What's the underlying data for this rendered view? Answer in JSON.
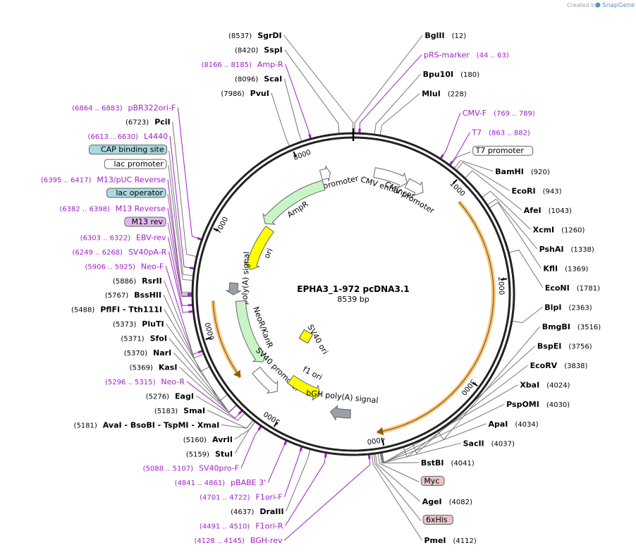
{
  "watermark": {
    "prefix": "Created by",
    "brand": "SnapGene"
  },
  "plasmid": {
    "name": "EPHA3_1-972 pcDNA3.1",
    "length": "8539 bp",
    "total_bp": 8539
  },
  "colors": {
    "primer": "#a020c8",
    "cds": "#c8f5c8",
    "ori": "#ffff00",
    "orf_arc": "#f5c77e",
    "promoter": "#ffffff",
    "polyA": "#9aa0a8",
    "backbone": "#222222"
  },
  "features": [
    {
      "name": "AmpR promoter",
      "start": 8180,
      "end": 8285,
      "type": "promoter",
      "dir": 1,
      "label": "AmpR promoter"
    },
    {
      "name": "CMV enhancer",
      "start": 235,
      "end": 614,
      "type": "promoter",
      "dir": 1,
      "label": "CMV enhancer"
    },
    {
      "name": "CMV promoter",
      "start": 615,
      "end": 818,
      "type": "promoter",
      "dir": 1,
      "label": "CMV promoter"
    },
    {
      "name": "AmpR",
      "start": 7320,
      "end": 8180,
      "type": "cds",
      "dir": -1,
      "label": "AmpR"
    },
    {
      "name": "ori",
      "start": 6720,
      "end": 7305,
      "type": "ori",
      "dir": -1,
      "label": "ori"
    },
    {
      "name": "SV40 poly(A) signal",
      "start": 6395,
      "end": 6530,
      "type": "polyA",
      "dir": -1,
      "label": "SV40 poly(A) signal"
    },
    {
      "name": "NeoR/KanR",
      "start": 5530,
      "end": 6320,
      "type": "cds",
      "dir": -1,
      "label": "NeoR/KanR"
    },
    {
      "name": "SV40 promoter",
      "start": 5170,
      "end": 5500,
      "type": "promoter",
      "dir": -1,
      "label": "SV40 promoter"
    },
    {
      "name": "SV40 ori",
      "start": 5345,
      "end": 5480,
      "type": "ori_box",
      "dir": 0,
      "label": "SV40 ori"
    },
    {
      "name": "f1 ori",
      "start": 4700,
      "end": 5130,
      "type": "ori",
      "dir": -1,
      "label": "f1 ori"
    },
    {
      "name": "bGH poly(A) signal",
      "start": 4300,
      "end": 4530,
      "type": "polyA",
      "dir": 1,
      "label": "bGH poly(A) signal"
    }
  ],
  "orf_arcs": [
    {
      "start": 1160,
      "end": 4040,
      "dir": 1
    },
    {
      "start": 5540,
      "end": 6340,
      "dir": -1
    }
  ],
  "ticks": [
    {
      "pos": 1000,
      "label": "1000"
    },
    {
      "pos": 2000,
      "label": "2000"
    },
    {
      "pos": 3000,
      "label": "3000"
    },
    {
      "pos": 4000,
      "label": "4000"
    },
    {
      "pos": 5000,
      "label": "5000"
    },
    {
      "pos": 6000,
      "label": "6000"
    },
    {
      "pos": 7000,
      "label": "7000"
    },
    {
      "pos": 8000,
      "label": "8000"
    }
  ],
  "labels_right": [
    {
      "kind": "enzyme",
      "name": "BglII",
      "pos": "(12)",
      "site": 12
    },
    {
      "kind": "primer",
      "name": "pRS-marker",
      "pos": "(44 .. 63)",
      "site": 53
    },
    {
      "kind": "enzyme",
      "name": "Bpu10I",
      "pos": "(180)",
      "site": 180
    },
    {
      "kind": "enzyme",
      "name": "MluI",
      "pos": "(228)",
      "site": 228
    },
    {
      "kind": "primer",
      "name": "CMV-F",
      "pos": "(769 .. 789)",
      "site": 779
    },
    {
      "kind": "primer",
      "name": "T7",
      "pos": "(863 .. 882)",
      "site": 872
    },
    {
      "kind": "box",
      "name": "T7 promoter",
      "pos": "",
      "site": 880,
      "fill": "#ffffff"
    },
    {
      "kind": "enzyme",
      "name": "BamHI",
      "pos": "(920)",
      "site": 920
    },
    {
      "kind": "enzyme",
      "name": "EcoRI",
      "pos": "(943)",
      "site": 943
    },
    {
      "kind": "enzyme",
      "name": "AfeI",
      "pos": "(1043)",
      "site": 1043
    },
    {
      "kind": "enzyme",
      "name": "XcmI",
      "pos": "(1260)",
      "site": 1260
    },
    {
      "kind": "enzyme",
      "name": "PshAI",
      "pos": "(1338)",
      "site": 1338
    },
    {
      "kind": "enzyme",
      "name": "KflI",
      "pos": "(1369)",
      "site": 1369
    },
    {
      "kind": "enzyme",
      "name": "EcoNI",
      "pos": "(1781)",
      "site": 1781
    },
    {
      "kind": "enzyme",
      "name": "BlpI",
      "pos": "(2363)",
      "site": 2363
    },
    {
      "kind": "enzyme",
      "name": "BmgBI",
      "pos": "(3516)",
      "site": 3516
    },
    {
      "kind": "enzyme",
      "name": "BspEI",
      "pos": "(3756)",
      "site": 3756
    },
    {
      "kind": "enzyme",
      "name": "EcoRV",
      "pos": "(3838)",
      "site": 3838
    },
    {
      "kind": "enzyme",
      "name": "XbaI",
      "pos": "(4024)",
      "site": 4024
    },
    {
      "kind": "enzyme",
      "name": "PspOMI",
      "pos": "(4030)",
      "site": 4030
    },
    {
      "kind": "enzyme",
      "name": "ApaI",
      "pos": "(4034)",
      "site": 4034
    },
    {
      "kind": "enzyme",
      "name": "SacII",
      "pos": "(4037)",
      "site": 4037
    },
    {
      "kind": "enzyme",
      "name": "BstBI",
      "pos": "(4041)",
      "site": 4041
    },
    {
      "kind": "box",
      "name": "Myc",
      "pos": "",
      "site": 4060,
      "fill": "#e8c4c8"
    },
    {
      "kind": "enzyme",
      "name": "AgeI",
      "pos": "(4082)",
      "site": 4082
    },
    {
      "kind": "box",
      "name": "6xHis",
      "pos": "",
      "site": 4095,
      "fill": "#e8c4c8"
    },
    {
      "kind": "enzyme",
      "name": "PmeI",
      "pos": "(4112)",
      "site": 4112
    }
  ],
  "labels_left": [
    {
      "kind": "enzyme",
      "name": "SgrDI",
      "pos": "(8537)",
      "site": 8537
    },
    {
      "kind": "enzyme",
      "name": "SspI",
      "pos": "(8420)",
      "site": 8420
    },
    {
      "kind": "primer",
      "name": "Amp-R",
      "pos": "(8166 .. 8185)",
      "site": 8175
    },
    {
      "kind": "enzyme",
      "name": "ScaI",
      "pos": "(8096)",
      "site": 8096
    },
    {
      "kind": "enzyme",
      "name": "PvuI",
      "pos": "(7986)",
      "site": 7986
    },
    {
      "kind": "primer",
      "name": "pBR322ori-F",
      "pos": "(6864 .. 6883)",
      "site": 6873
    },
    {
      "kind": "enzyme",
      "name": "PciI",
      "pos": "(6723)",
      "site": 6723
    },
    {
      "kind": "primer",
      "name": "L4440",
      "pos": "(6613 .. 6630)",
      "site": 6621
    },
    {
      "kind": "box",
      "name": "CAP binding site",
      "pos": "",
      "site": 6560,
      "fill": "#a8d8e0"
    },
    {
      "kind": "box",
      "name": "lac promoter",
      "pos": "",
      "site": 6520,
      "fill": "#ffffff"
    },
    {
      "kind": "primer",
      "name": "M13/pUC Reverse",
      "pos": "(6395 .. 6417)",
      "site": 6406
    },
    {
      "kind": "box",
      "name": "lac operator",
      "pos": "",
      "site": 6420,
      "fill": "#a8d8e0"
    },
    {
      "kind": "primer",
      "name": "M13 Reverse",
      "pos": "(6382 .. 6398)",
      "site": 6390
    },
    {
      "kind": "box",
      "name": "M13 rev",
      "pos": "",
      "site": 6385,
      "fill": "#e0b8ee"
    },
    {
      "kind": "primer",
      "name": "EBV-rev",
      "pos": "(6303 .. 6322)",
      "site": 6312
    },
    {
      "kind": "primer",
      "name": "SV40pA-R",
      "pos": "(6249 .. 6268)",
      "site": 6258
    },
    {
      "kind": "primer",
      "name": "Neo-F",
      "pos": "(5906 .. 5925)",
      "site": 5915
    },
    {
      "kind": "enzyme",
      "name": "RsrII",
      "pos": "(5886)",
      "site": 5886
    },
    {
      "kind": "enzyme",
      "name": "BssHII",
      "pos": "(5767)",
      "site": 5767
    },
    {
      "kind": "enzyme",
      "name": "PflFI - Tth111I",
      "pos": "(5488)",
      "site": 5488
    },
    {
      "kind": "enzyme",
      "name": "PluTI",
      "pos": "(5373)",
      "site": 5373
    },
    {
      "kind": "enzyme",
      "name": "SfoI",
      "pos": "(5371)",
      "site": 5371
    },
    {
      "kind": "enzyme",
      "name": "NarI",
      "pos": "(5370)",
      "site": 5370
    },
    {
      "kind": "enzyme",
      "name": "KasI",
      "pos": "(5369)",
      "site": 5369
    },
    {
      "kind": "primer",
      "name": "Neo-R",
      "pos": "(5296 .. 5315)",
      "site": 5305
    },
    {
      "kind": "enzyme",
      "name": "EagI",
      "pos": "(5276)",
      "site": 5276
    },
    {
      "kind": "enzyme",
      "name": "SmaI",
      "pos": "(5183)",
      "site": 5183
    },
    {
      "kind": "enzyme",
      "name": "AvaI - BsoBI - TspMI - XmaI",
      "pos": "(5181)",
      "site": 5181
    },
    {
      "kind": "enzyme",
      "name": "AvrII",
      "pos": "(5160)",
      "site": 5160
    },
    {
      "kind": "enzyme",
      "name": "StuI",
      "pos": "(5159)",
      "site": 5159
    },
    {
      "kind": "primer",
      "name": "SV40pro-F",
      "pos": "(5088 .. 5107)",
      "site": 5097
    },
    {
      "kind": "primer",
      "name": "pBABE 3'",
      "pos": "(4841 .. 4861)",
      "site": 4851
    },
    {
      "kind": "primer",
      "name": "F1ori-F",
      "pos": "(4701 .. 4722)",
      "site": 4711
    },
    {
      "kind": "enzyme",
      "name": "DraIII",
      "pos": "(4637)",
      "site": 4637
    },
    {
      "kind": "primer",
      "name": "F1ori-R",
      "pos": "(4491 .. 4510)",
      "site": 4500
    },
    {
      "kind": "primer",
      "name": "BGH-rev",
      "pos": "(4128 .. 4145)",
      "site": 4136
    }
  ]
}
